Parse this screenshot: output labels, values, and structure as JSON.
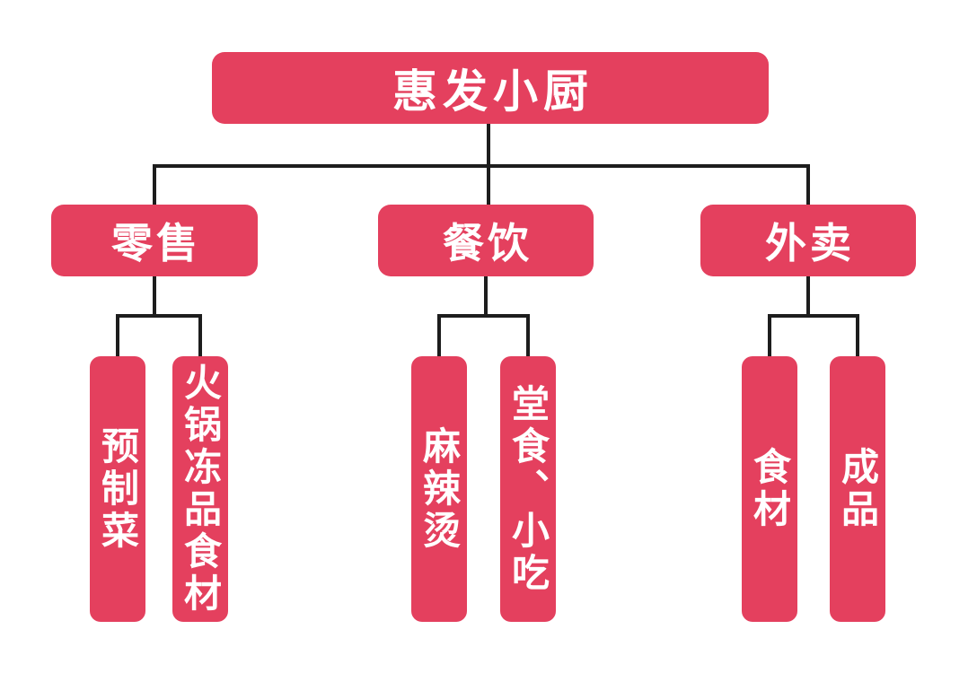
{
  "colors": {
    "node": "#e4405e",
    "connector": "#1d1d1d",
    "node_text": "#ffffff",
    "background": "#ffffff"
  },
  "diagram": {
    "type": "tree",
    "root": {
      "label": "惠发小厨"
    },
    "branches": [
      {
        "label": "零售",
        "children": [
          {
            "label": "预制菜"
          },
          {
            "label": "火锅冻品食材"
          }
        ]
      },
      {
        "label": "餐饮",
        "children": [
          {
            "label": "麻辣烫"
          },
          {
            "label": "堂食、小吃"
          }
        ]
      },
      {
        "label": "外卖",
        "children": [
          {
            "label": "食材"
          },
          {
            "label": "成品"
          }
        ]
      }
    ]
  }
}
